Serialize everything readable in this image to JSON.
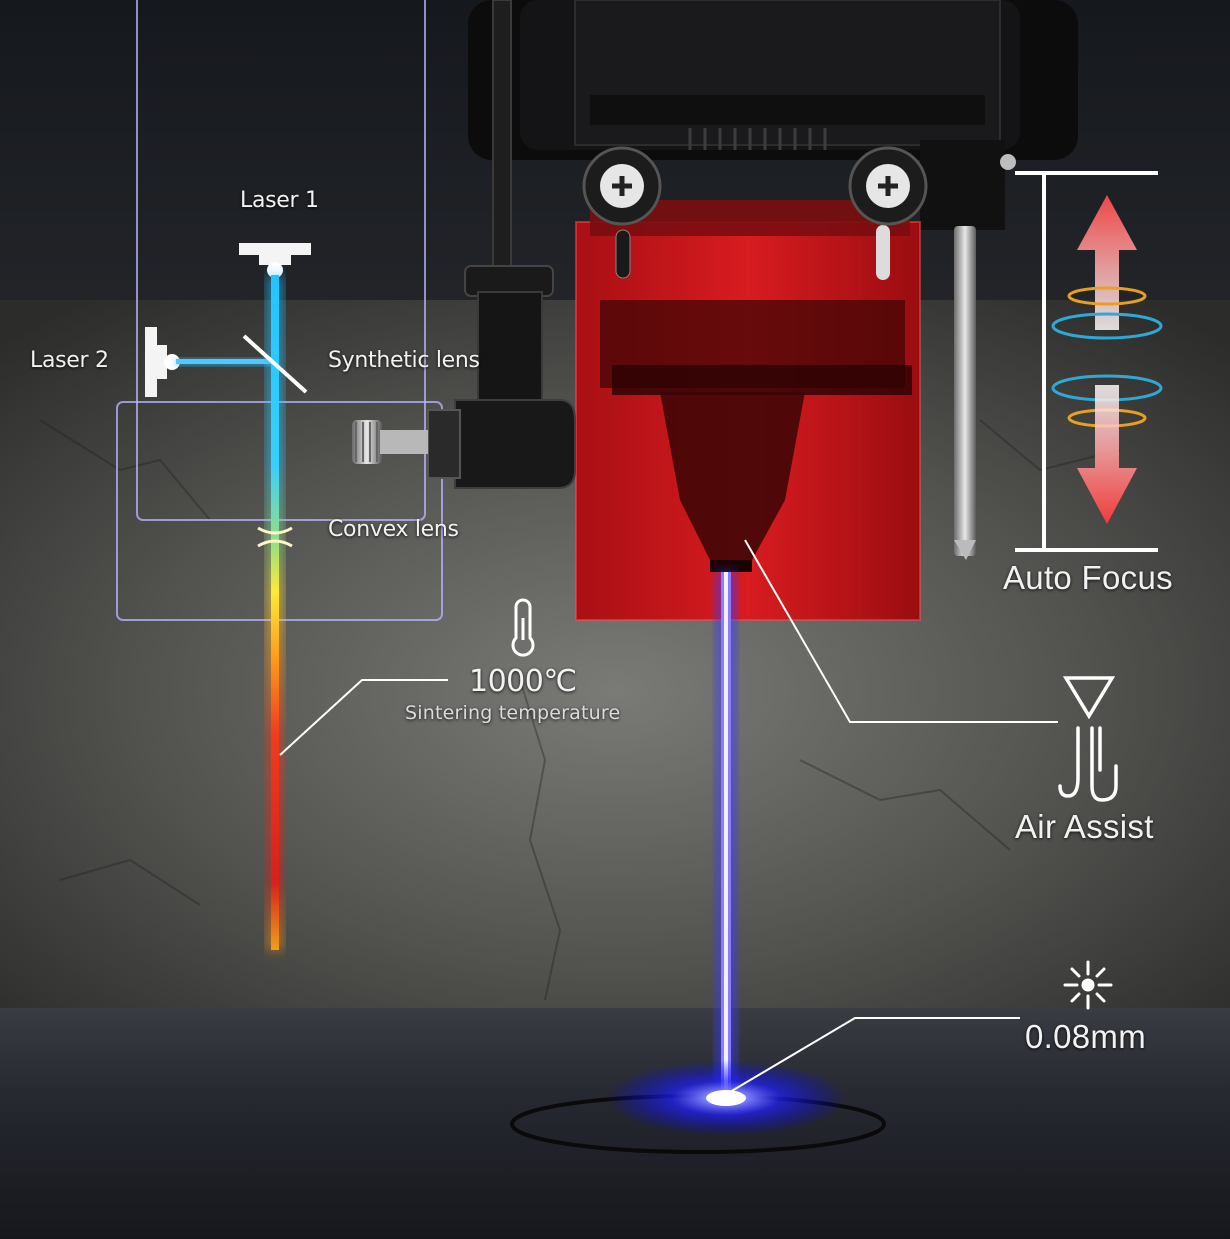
{
  "labels": {
    "laser1": "Laser 1",
    "laser2": "Laser 2",
    "synthetic_lens": "Synthetic lens",
    "convex_lens": "Convex lens",
    "temperature_value": "1000℃",
    "temperature_caption": "Sintering temperature",
    "auto_focus": "Auto Focus",
    "air_assist": "Air Assist",
    "spot_size": "0.08mm"
  },
  "icons": [
    "thermometer-icon",
    "air-nozzle-icon",
    "laser-spot-icon",
    "focus-up-arrow-icon",
    "focus-down-arrow-icon"
  ],
  "colors": {
    "laser_head_shield": "#c8161b",
    "blue_laser": "#3a3aff",
    "fused_beam_hot": "#e0301a",
    "callout_line": "#ffffff",
    "wall": "#4a4a48",
    "table": "#24262e"
  }
}
